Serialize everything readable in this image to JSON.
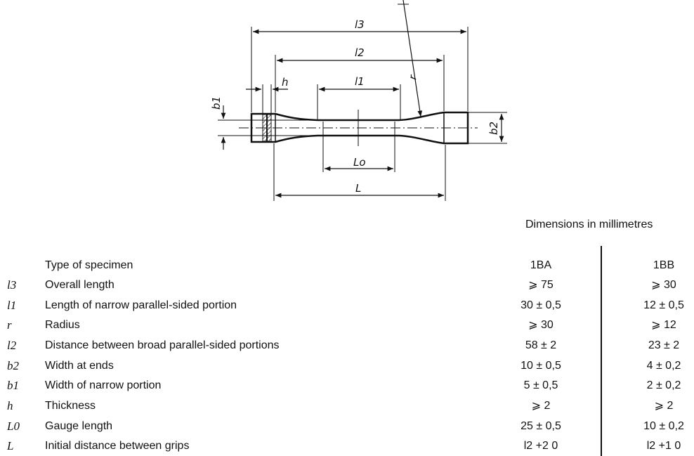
{
  "drawing": {
    "labels": {
      "l3": "l3",
      "l2": "l2",
      "l1": "l1",
      "h": "h",
      "b1": "b1",
      "b2": "b2",
      "r": "r",
      "L0": "Lo",
      "L": "L"
    }
  },
  "units_note": "Dimensions in millimetres",
  "table": {
    "header": {
      "desc": "Type of specimen",
      "col1": "1BA",
      "col2": "1BB"
    },
    "rows": [
      {
        "symbol": "l3",
        "desc": "Overall length",
        "v1": "⩾ 75",
        "v2": "⩾ 30"
      },
      {
        "symbol": "l1",
        "desc": "Length of narrow parallel-sided portion",
        "v1": "30 ± 0,5",
        "v2": "12 ± 0,5"
      },
      {
        "symbol": "r",
        "desc": "Radius",
        "v1": "⩾ 30",
        "v2": "⩾ 12"
      },
      {
        "symbol": "l2",
        "desc": "Distance between broad parallel-sided portions",
        "v1": "58 ± 2",
        "v2": "23 ± 2"
      },
      {
        "symbol": "b2",
        "desc": "Width at ends",
        "v1": "10 ± 0,5",
        "v2": "4 ± 0,2"
      },
      {
        "symbol": "b1",
        "desc": "Width of narrow portion",
        "v1": "5 ± 0,5",
        "v2": "2 ± 0,2"
      },
      {
        "symbol": "h",
        "desc": "Thickness",
        "v1": "⩾ 2",
        "v2": "⩾ 2"
      },
      {
        "symbol": "L0",
        "desc": "Gauge length",
        "v1": "25 ± 0,5",
        "v2": "10 ± 0,2"
      },
      {
        "symbol": "L",
        "desc": "Initial distance between grips",
        "v1": "l2 +2 0",
        "v2": "l2 +1 0"
      }
    ]
  }
}
